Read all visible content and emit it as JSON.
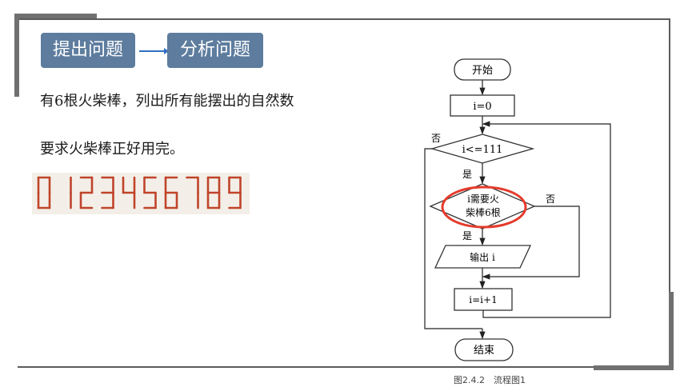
{
  "header": {
    "tag_left": "提出问题",
    "tag_right": "分析问题"
  },
  "content": {
    "line1": "有6根火柴棒，列出所有能摆出的自然数",
    "line2": "要求火柴棒正好用完。",
    "digits": [
      "0",
      "1",
      "2",
      "3",
      "4",
      "5",
      "6",
      "7",
      "8",
      "9"
    ]
  },
  "flowchart": {
    "start": "开始",
    "init": "i=0",
    "cond_loop": "i<=111",
    "cond_need_line1": "i需要火",
    "cond_need_line2": "柴棒6根",
    "output": "输出 i",
    "increment": "i=i+1",
    "end": "结束",
    "yes": "是",
    "no": "否",
    "caption": "图2.4.2　流程图1"
  },
  "colors": {
    "tag_bg": "#5e7d9e",
    "highlight_ellipse": "#e53b2c",
    "arrow": "#2f6fbf",
    "matchstick": "#c0442a"
  }
}
